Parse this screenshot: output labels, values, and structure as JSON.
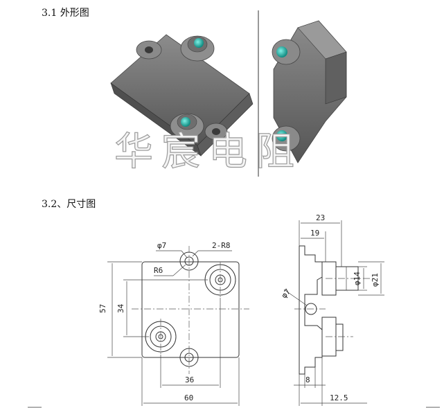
{
  "headings": {
    "outline": "3.1 外形图",
    "dimension": "3.2、尺寸图"
  },
  "watermark": "华宸电阻",
  "dimensions": {
    "hole_dia": "φ7",
    "radius_count": "2-R8",
    "radius": "R6",
    "height_outer": "57",
    "height_inner": "34",
    "width_inner": "36",
    "width_outer": "60",
    "depth_total": "23",
    "depth_partial": "19",
    "boss_dia_small": "φ14",
    "boss_dia_large": "φ21",
    "side_hole_dia": "φ7",
    "base_thickness": "8",
    "boss_offset": "12.5"
  },
  "colors": {
    "body_gray": "#7a7a7a",
    "terminal_teal": "#1aa59a"
  }
}
